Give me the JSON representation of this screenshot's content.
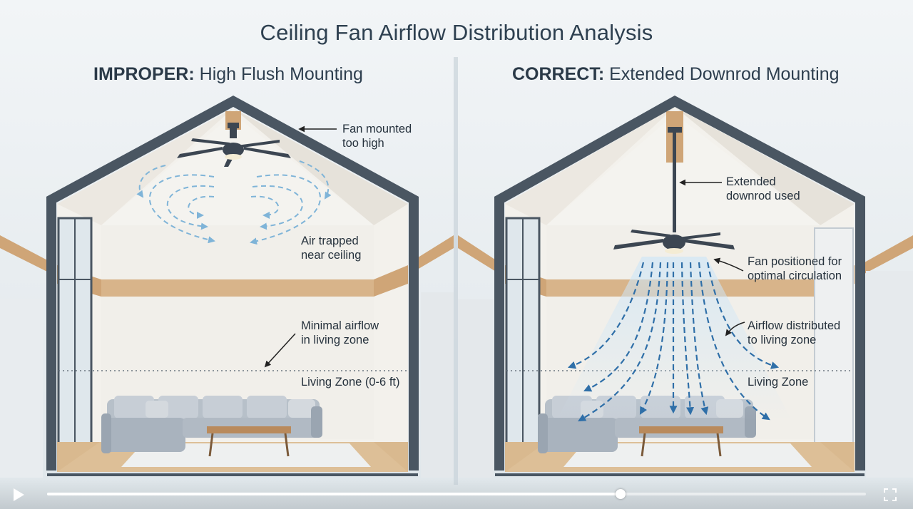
{
  "title": "Ceiling Fan Airflow Distribution Analysis",
  "left_panel": {
    "heading_strong": "IMPROPER:",
    "heading_rest": " High Flush Mounting",
    "label_fan_line1": "Fan mounted",
    "label_fan_line2": "too high",
    "label_trapped_line1": "Air trapped",
    "label_trapped_line2": "near ceiling",
    "label_minimal_line1": "Minimal airflow",
    "label_minimal_line2": "in living zone",
    "label_zone": "Living Zone (0-6 ft)"
  },
  "right_panel": {
    "heading_strong": "CORRECT:",
    "heading_rest": " Extended Downrod Mounting",
    "label_downrod_line1": "Extended",
    "label_downrod_line2": "downrod used",
    "label_position_line1": "Fan positioned for",
    "label_position_line2": "optimal circulation",
    "label_distributed_line1": "Airflow distributed",
    "label_distributed_line2": "to living zone",
    "label_zone": "Living Zone"
  },
  "player": {
    "progress": 0.7,
    "icons": {
      "play": "play-icon",
      "fullscreen": "fullscreen-icon"
    }
  },
  "colors": {
    "frame": "#4a5662",
    "wood": "#cfa577",
    "airflow_trapped": "#7fb4d8",
    "airflow_good": "#2f6fa8",
    "sofa": "#aab4bf"
  }
}
